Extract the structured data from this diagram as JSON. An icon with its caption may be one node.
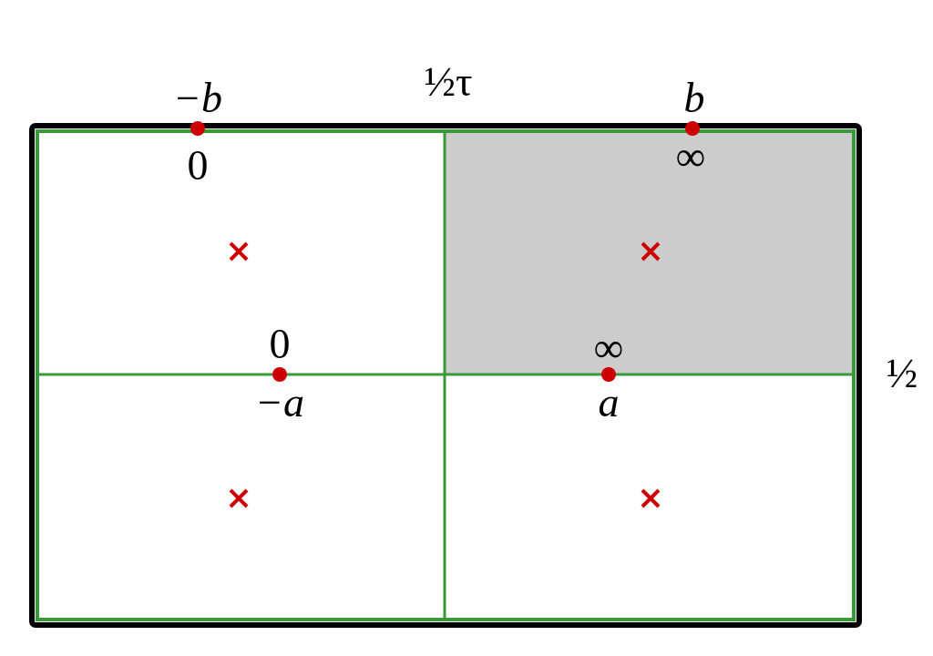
{
  "diagram": {
    "labels": [
      "½τ",
      "−b",
      "b",
      "0",
      "∞",
      "0",
      "∞",
      "½",
      "−a",
      "a"
    ]
  }
}
